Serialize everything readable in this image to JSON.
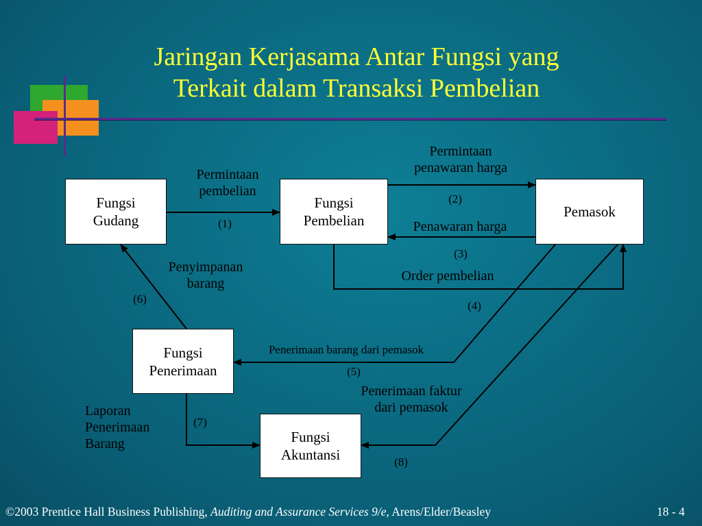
{
  "title": {
    "line1": "Jaringan Kerjasama Antar Fungsi yang",
    "line2": "Terkait dalam Transaksi Pembelian"
  },
  "boxes": {
    "gudang": [
      "Fungsi",
      "Gudang"
    ],
    "pembelian": [
      "Fungsi",
      "Pembelian"
    ],
    "pemasok": "Pemasok",
    "penerimaan": [
      "Fungsi",
      "Penerimaan"
    ],
    "akuntansi": [
      "Fungsi",
      "Akuntansi"
    ]
  },
  "labels": {
    "permintaan_pembelian": [
      "Permintaan",
      "pembelian"
    ],
    "step1": "(1)",
    "permintaan_penawaran": [
      "Permintaan",
      "penawaran harga"
    ],
    "step2": "(2)",
    "penawaran_harga": "Penawaran harga",
    "step3": "(3)",
    "order_pembelian": "Order pembelian",
    "step4": "(4)",
    "penyimpanan_barang": [
      "Penyimpanan",
      "barang"
    ],
    "step6": "(6)",
    "penerimaan_barang": "Penerimaan barang dari pemasok",
    "step5": "(5)",
    "penerimaan_faktur": [
      "Penerimaan faktur",
      "dari pemasok"
    ],
    "laporan": [
      "Laporan",
      "Penerimaan",
      "Barang"
    ],
    "step7": "(7)",
    "step8": "(8)"
  },
  "footer": {
    "copyright": "©2003 Prentice Hall Business Publishing,",
    "book": "Auditing and Assurance Services 9/e,",
    "authors": "Arens/Elder/Beasley",
    "page": "18 - 4"
  },
  "colors": {
    "title": "#ffff33",
    "background": "#0b6f86",
    "rule": "#5a2b8e"
  }
}
